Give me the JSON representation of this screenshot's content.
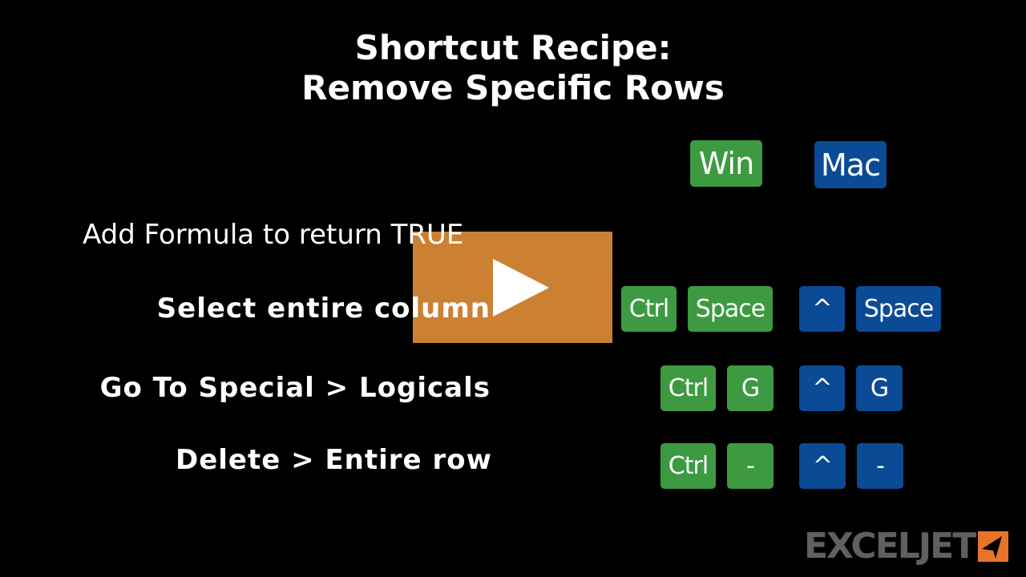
{
  "title": {
    "line1": "Shortcut Recipe:",
    "line2": "Remove Specific Rows"
  },
  "platforms": {
    "win": "Win",
    "mac": "Mac"
  },
  "steps": [
    {
      "label": "Add Formula to return TRUE"
    },
    {
      "label": "Select entire column",
      "win": [
        "Ctrl",
        "Space"
      ],
      "mac": [
        "^",
        "Space"
      ]
    },
    {
      "label": "Go To Special > Logicals",
      "win": [
        "Ctrl",
        "G"
      ],
      "mac": [
        "^",
        "G"
      ]
    },
    {
      "label": "Delete > Entire row",
      "win": [
        "Ctrl",
        "-"
      ],
      "mac": [
        "^",
        "-"
      ]
    }
  ],
  "colors": {
    "win": "#3d9a41",
    "mac": "#0b4a95",
    "play_overlay": "#cc8132",
    "logo_accent": "#e8742a"
  },
  "player": {
    "icon": "play-icon"
  },
  "logo": {
    "text": "EXCELJET"
  }
}
